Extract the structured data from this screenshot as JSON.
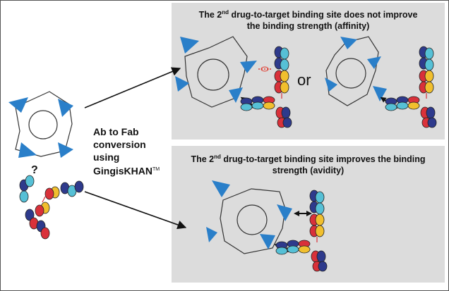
{
  "left": {
    "conversion_lines": [
      "Ab to Fab",
      "conversion",
      "using",
      "GingisKHAN"
    ],
    "trademark": "TM",
    "question_mark": "?"
  },
  "top_panel": {
    "title_pre": "The 2",
    "title_sup": "nd",
    "title_line1_rest": " drug-to-target binding site does not improve",
    "title_line2": "the binding strength (affinity)",
    "or_text": "or"
  },
  "bottom_panel": {
    "title_pre": "The 2",
    "title_sup": "nd",
    "title_line1_rest": " drug-to-target binding site improves the binding",
    "title_line2": "strength (avidity)"
  },
  "colors": {
    "target": "#2a7fc9",
    "domain_navy": "#2e3a8c",
    "domain_cyan": "#56c0d6",
    "domain_yellow": "#f1bf2e",
    "domain_red": "#d9313a",
    "panel_bg": "#dcdcdc",
    "no_binding_marker": "#e03a2e"
  }
}
